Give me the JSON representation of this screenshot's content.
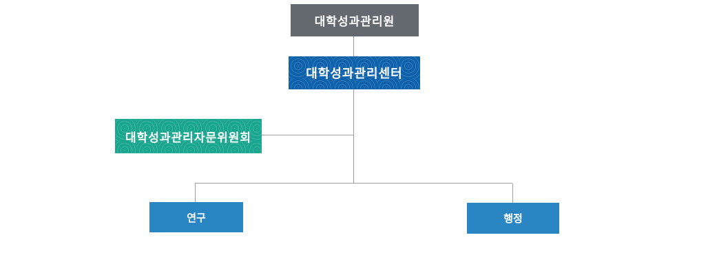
{
  "diagram": {
    "type": "org-chart",
    "title": "",
    "nodes": {
      "institute": {
        "label": "대학성과관리원",
        "level": 1
      },
      "center": {
        "label": "대학성과관리센터",
        "level": 2
      },
      "advisory": {
        "label": "대학성과관리자문위원회",
        "level": 2,
        "relation": "side-advisory"
      },
      "research": {
        "label": "연구",
        "level": 3
      },
      "administration": {
        "label": "행정",
        "level": 3
      }
    },
    "edges": [
      {
        "from": "institute",
        "to": "center"
      },
      {
        "from": "center",
        "to": "advisory"
      },
      {
        "from": "center",
        "to": "research"
      },
      {
        "from": "center",
        "to": "administration"
      }
    ]
  },
  "colors": {
    "page_bg": "#ffffff",
    "institute_bg": "#64686f",
    "center_bg": "#0e62ab",
    "advisory_bg": "#1ba78f",
    "leaf_bg": "#2a85c3",
    "connector": "#9e9e9e",
    "label_text": "#ffffff"
  }
}
